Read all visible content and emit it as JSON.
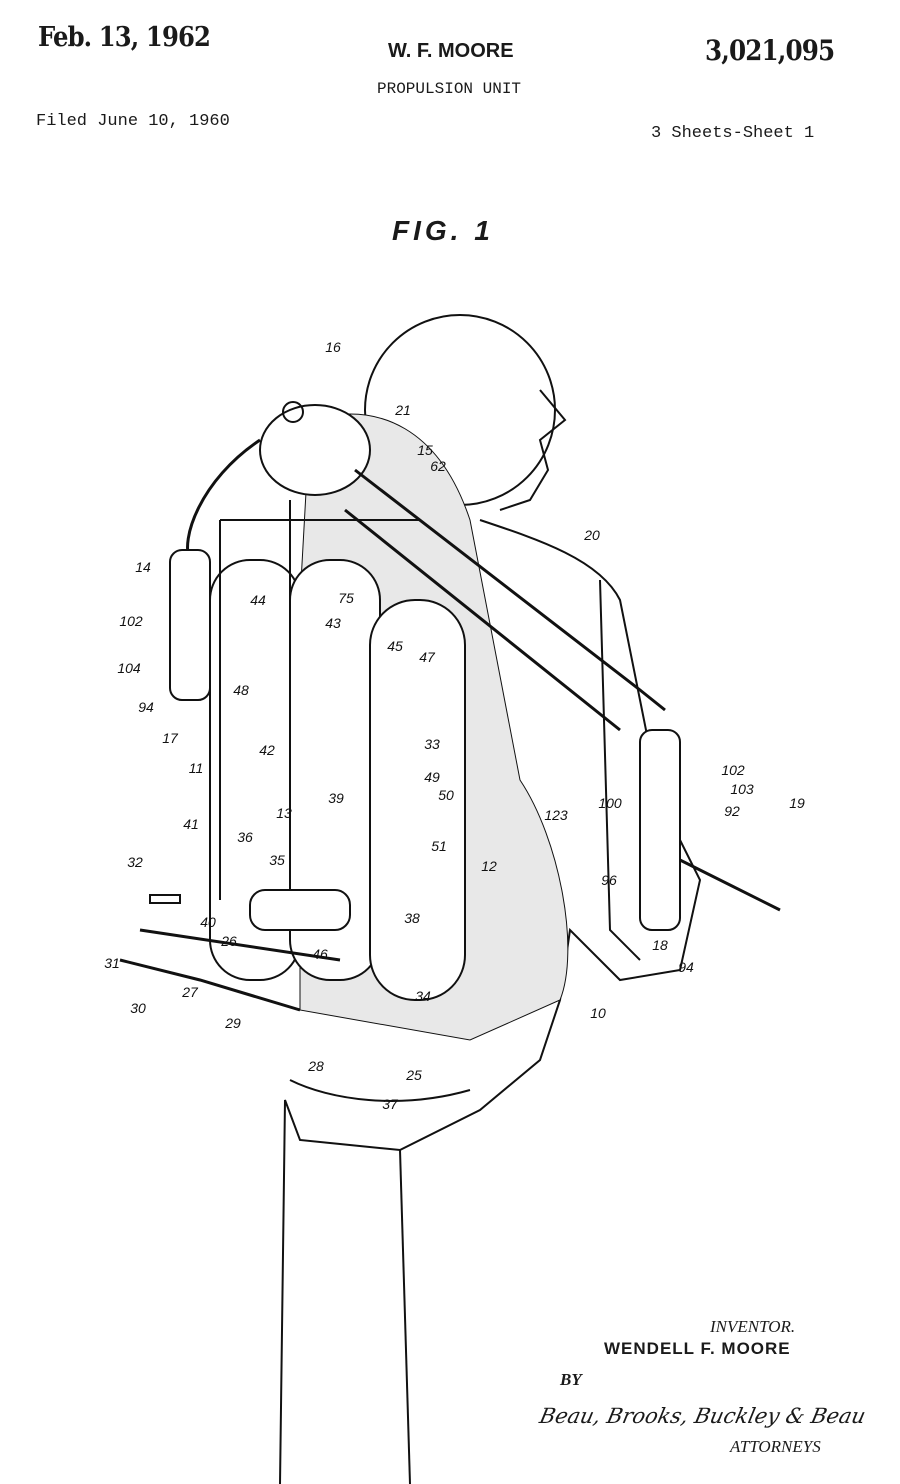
{
  "header": {
    "date": "Feb. 13, 1962",
    "inventor_short": "W. F. MOORE",
    "patent_number": "3,021,095",
    "title": "PROPULSION UNIT",
    "filed": "Filed June 10, 1960",
    "sheets": "3 Sheets-Sheet 1"
  },
  "figure": {
    "label": "FIG. 1",
    "reference_numerals": [
      "16",
      "21",
      "15",
      "62",
      "20",
      "14",
      "102",
      "44",
      "75",
      "43",
      "45",
      "104",
      "48",
      "47",
      "94",
      "17",
      "33",
      "42",
      "11",
      "102",
      "103",
      "19",
      "92",
      "100",
      "49",
      "50",
      "13",
      "39",
      "123",
      "51",
      "41",
      "36",
      "12",
      "32",
      "35",
      "96",
      "38",
      "40",
      "26",
      "46",
      "31",
      "27",
      "34",
      "18",
      "94",
      "30",
      "29",
      "10",
      "28",
      "25",
      "37"
    ]
  },
  "footer": {
    "inventor_label": "INVENTOR.",
    "inventor_name": "WENDELL F. MOORE",
    "by": "BY",
    "signature": "Beau, Brooks, Buckley & Beau",
    "attorneys_label": "ATTORNEYS"
  }
}
